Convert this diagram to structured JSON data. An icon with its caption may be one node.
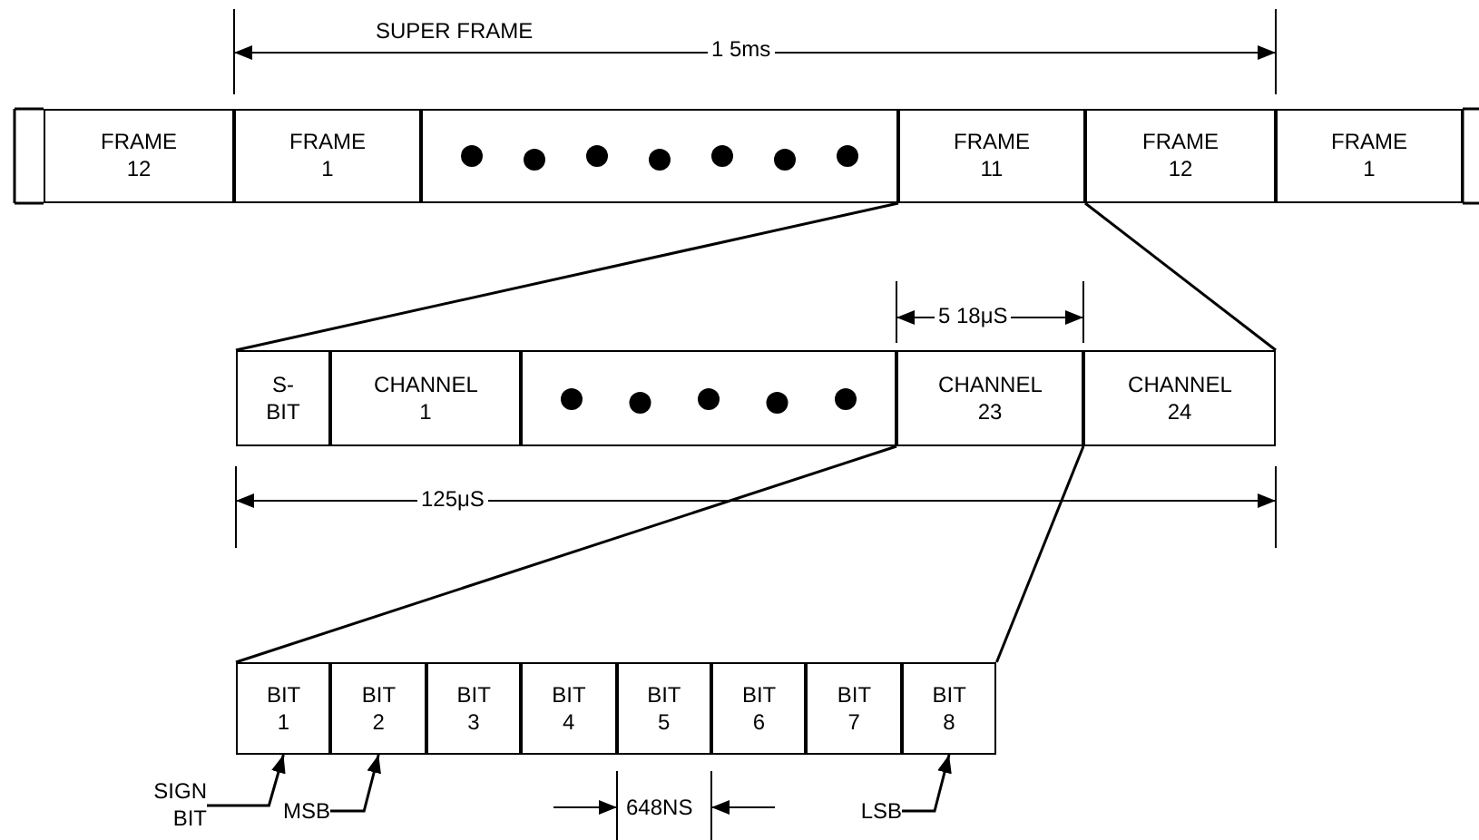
{
  "diagram": {
    "nodes": [
      {
        "text": [
          "FRAME 12"
        ]
      },
      {
        "text": [
          "FRAME 1"
        ]
      },
      {
        "text": [],
        "shape": "box"
      },
      {
        "text": [
          "FRAME 11"
        ]
      },
      {
        "text": [
          "FRAME 12"
        ]
      },
      {
        "text": [
          "FRAME 1"
        ]
      },
      {
        "text": [
          "S-BIT"
        ]
      },
      {
        "text": [
          "CHANNEL 1"
        ]
      },
      {
        "text": [],
        "shape": "box"
      },
      {
        "text": [
          "CHANNEL 23"
        ]
      },
      {
        "text": [
          "CHANNEL 24"
        ]
      },
      {
        "text": [
          "BIT 1"
        ]
      },
      {
        "text": [
          "BIT 2"
        ]
      },
      {
        "text": [
          "BIT 3"
        ]
      },
      {
        "text": [
          "BIT 4"
        ]
      },
      {
        "text": [
          "BIT 5"
        ]
      },
      {
        "text": [
          "BIT 6"
        ]
      },
      {
        "text": [
          "BIT 7"
        ]
      },
      {
        "text": [
          "BIT 8"
        ]
      },
      {
        "text": [
          "SIGN BIT"
        ]
      },
      {
        "text": [
          "MSB"
        ]
      },
      {
        "text": [
          "LSB"
        ]
      }
    ],
    "edges": [
      {
        "from": 3,
        "to": 6,
        "arrow": "none"
      },
      {
        "from": 3,
        "to": 10,
        "arrow": "none"
      },
      {
        "from": 9,
        "to": 11,
        "arrow": "none"
      },
      {
        "from": 9,
        "to": 18,
        "arrow": "none"
      },
      {
        "from": 19,
        "to": 11,
        "arrow": "to"
      },
      {
        "from": 20,
        "to": 12,
        "arrow": "to"
      },
      {
        "from": 21,
        "to": 18,
        "arrow": "to"
      }
    ],
    "labels": [
      "SUPER FRAME",
      "1 5ms",
      "5 18μS",
      "125μS",
      "648NS"
    ]
  }
}
